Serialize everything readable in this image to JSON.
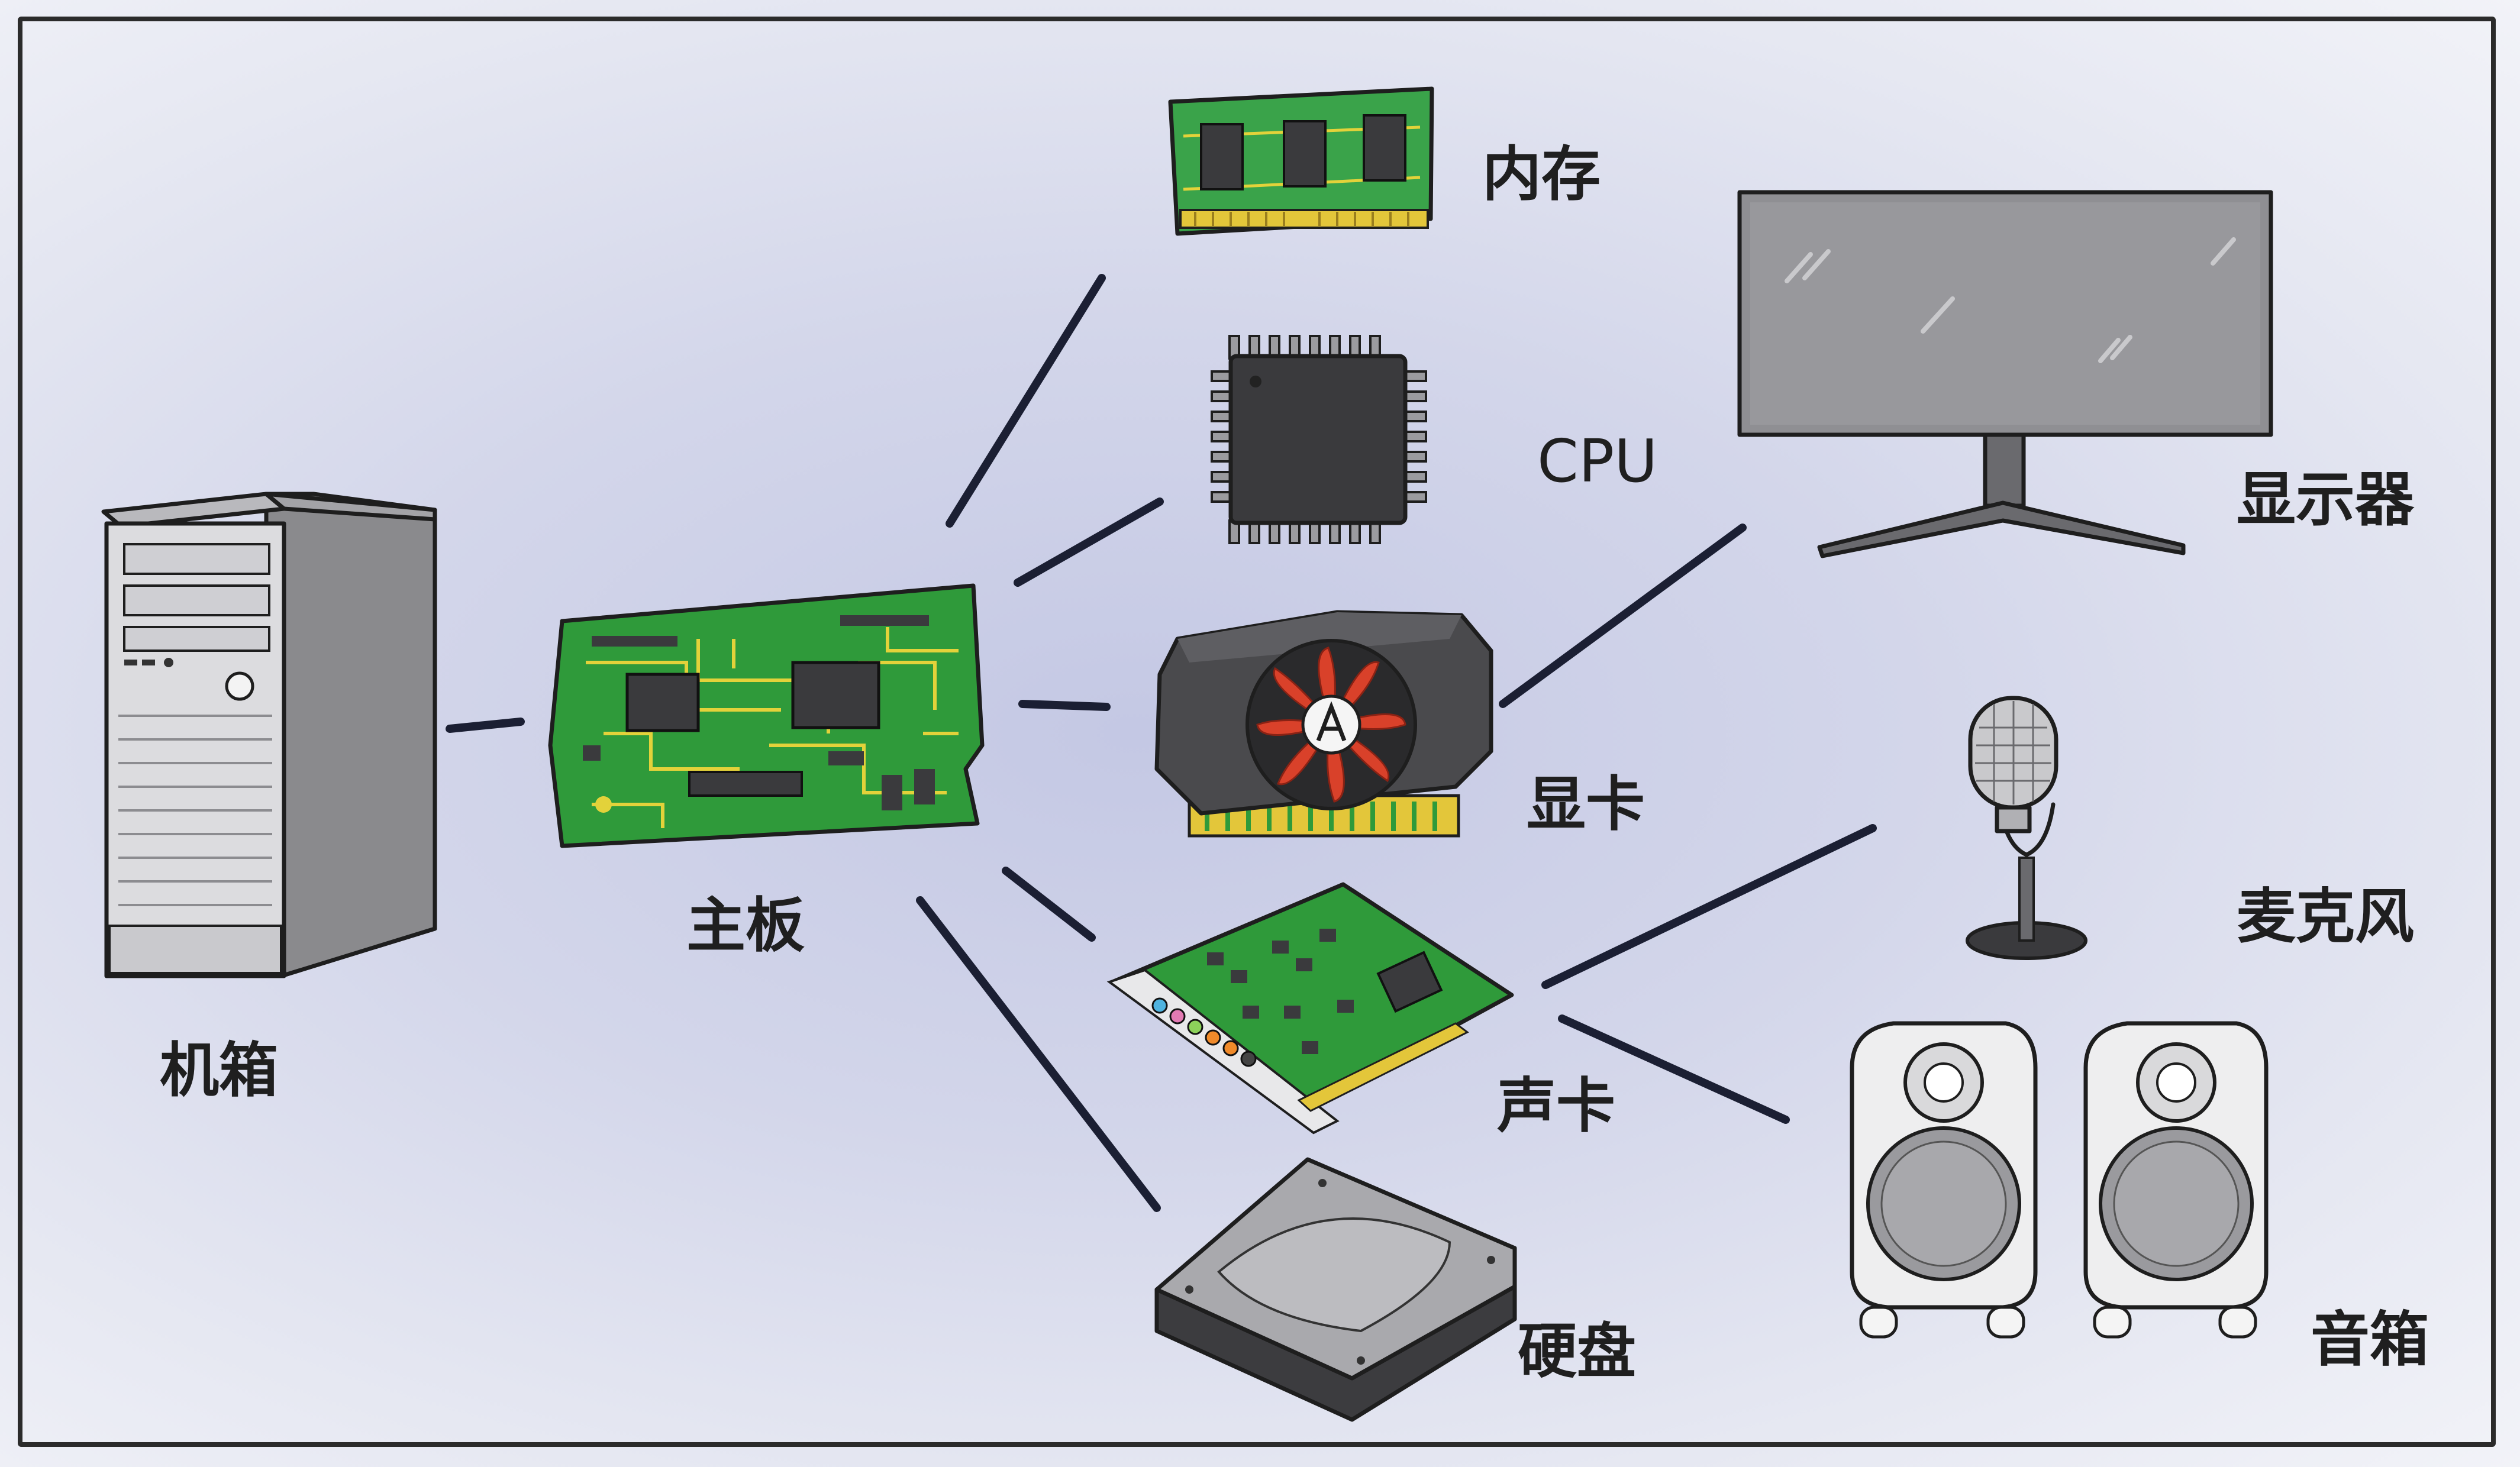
{
  "labels": {
    "case": "机箱",
    "motherboard": "主板",
    "memory": "内存",
    "cpu": "CPU",
    "graphics_card": "显卡",
    "sound_card": "声卡",
    "hard_disk": "硬盘",
    "monitor": "显示器",
    "microphone": "麦克风",
    "speakers": "音箱"
  },
  "colors": {
    "background": "#d3d6ea",
    "pcb_green": "#2f9a3a",
    "trace_yellow": "#e3d23a",
    "connector_line": "#1b1f33",
    "fan_red": "#d9412a"
  }
}
